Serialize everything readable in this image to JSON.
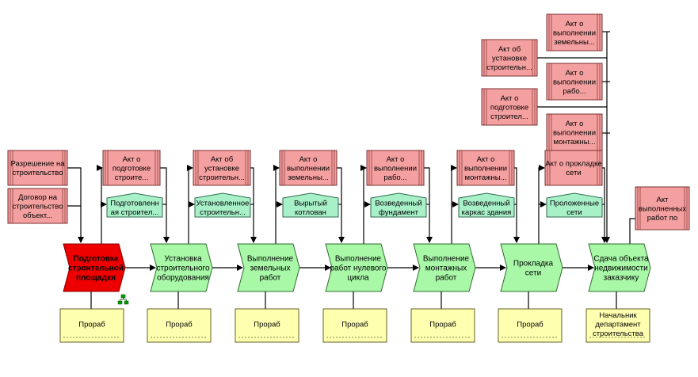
{
  "colors": {
    "document_fill": "#f5a0a0",
    "product_fill": "#a8f0c8",
    "function_fill": "#a8f8a8",
    "active_function_fill": "#ee0000",
    "role_fill": "#ffffb0",
    "line": "#000000"
  },
  "inputs": [
    {
      "lines": [
        "Разрешение на",
        "строительство"
      ]
    },
    {
      "lines": [
        "Договор на",
        "строительство",
        "объект..."
      ]
    }
  ],
  "functions": [
    {
      "lines": [
        "Подготовка",
        "строительной",
        "площадки"
      ],
      "active": true
    },
    {
      "lines": [
        "Установка",
        "строительного",
        "оборудования"
      ]
    },
    {
      "lines": [
        "Выполнение",
        "земельных",
        "работ"
      ]
    },
    {
      "lines": [
        "Выполнение",
        "работ нулевого",
        "цикла"
      ]
    },
    {
      "lines": [
        "Выполнение",
        "монтажных",
        "работ"
      ]
    },
    {
      "lines": [
        "Прокладка",
        "сети"
      ]
    },
    {
      "lines": [
        "Сдача объекта",
        "недвижимости",
        "заказчику"
      ]
    }
  ],
  "documents_row": [
    {
      "lines": [
        "Акт о",
        "подготовке",
        "строите..."
      ]
    },
    {
      "lines": [
        "Акт об",
        "установке",
        "строительн..."
      ]
    },
    {
      "lines": [
        "Акт о",
        "выполнении",
        "земельны..."
      ]
    },
    {
      "lines": [
        "Акт о",
        "выполнении",
        "рабо..."
      ]
    },
    {
      "lines": [
        "Акт о",
        "выполнении",
        "монтажны..."
      ]
    },
    {
      "lines": [
        "Акт о прокладке",
        "сети"
      ]
    }
  ],
  "products_row": [
    {
      "lines": [
        "Подготовленн",
        "ая строител..."
      ]
    },
    {
      "lines": [
        "Установленное",
        "строительн..."
      ]
    },
    {
      "lines": [
        "Вырытый",
        "котлован"
      ]
    },
    {
      "lines": [
        "Возведенный",
        "фундамент"
      ]
    },
    {
      "lines": [
        "Возведенный",
        "каркас здания"
      ]
    },
    {
      "lines": [
        "Проложенные",
        "сети"
      ]
    }
  ],
  "documents_final_inputs": [
    {
      "lines": [
        "Акт о",
        "выполнении",
        "земельны..."
      ]
    },
    {
      "lines": [
        "Акт об",
        "установке",
        "строительн..."
      ]
    },
    {
      "lines": [
        "Акт о",
        "выполнении",
        "рабо..."
      ]
    },
    {
      "lines": [
        "Акт о",
        "подготовке",
        "строител..."
      ]
    },
    {
      "lines": [
        "Акт о",
        "выполнении",
        "монтажны..."
      ]
    }
  ],
  "output_final": {
    "lines": [
      "Акт",
      "выполненных",
      "работ по"
    ]
  },
  "roles": [
    {
      "lines": [
        "Прораб"
      ]
    },
    {
      "lines": [
        "Прораб"
      ]
    },
    {
      "lines": [
        "Прораб"
      ]
    },
    {
      "lines": [
        "Прораб"
      ]
    },
    {
      "lines": [
        "Прораб"
      ]
    },
    {
      "lines": [
        "Прораб"
      ]
    },
    {
      "lines": [
        "Начальник",
        "департамент",
        "строительства"
      ]
    }
  ]
}
